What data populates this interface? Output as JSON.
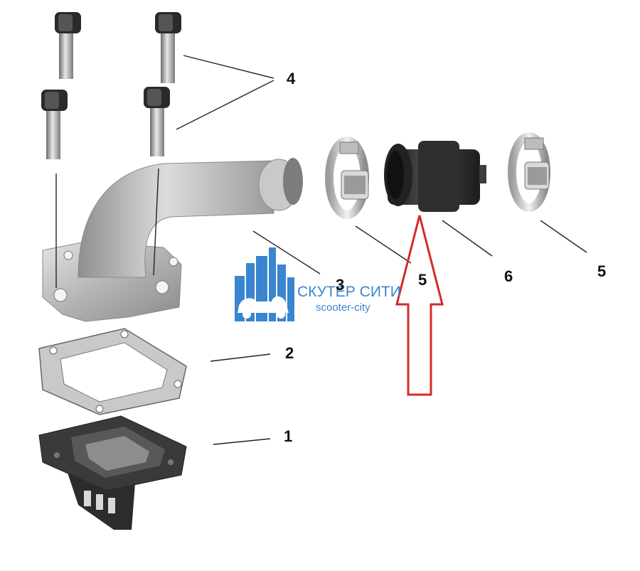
{
  "labels": {
    "reed_valve": "1",
    "gasket": "2",
    "intake_manifold": "3",
    "bolts": "4",
    "clamp_left": "5",
    "clamp_right": "5",
    "rubber_sleeve": "6"
  },
  "watermark": {
    "title": "СКУТЕР СИТИ",
    "subtitle": "scooter-city"
  },
  "colors": {
    "label": "#111111",
    "leader_line": "#222222",
    "arrow": "#d42a2a",
    "watermark": "#2f7fce",
    "metal": "#b9b9b9",
    "rubber": "#2b2b2b"
  }
}
